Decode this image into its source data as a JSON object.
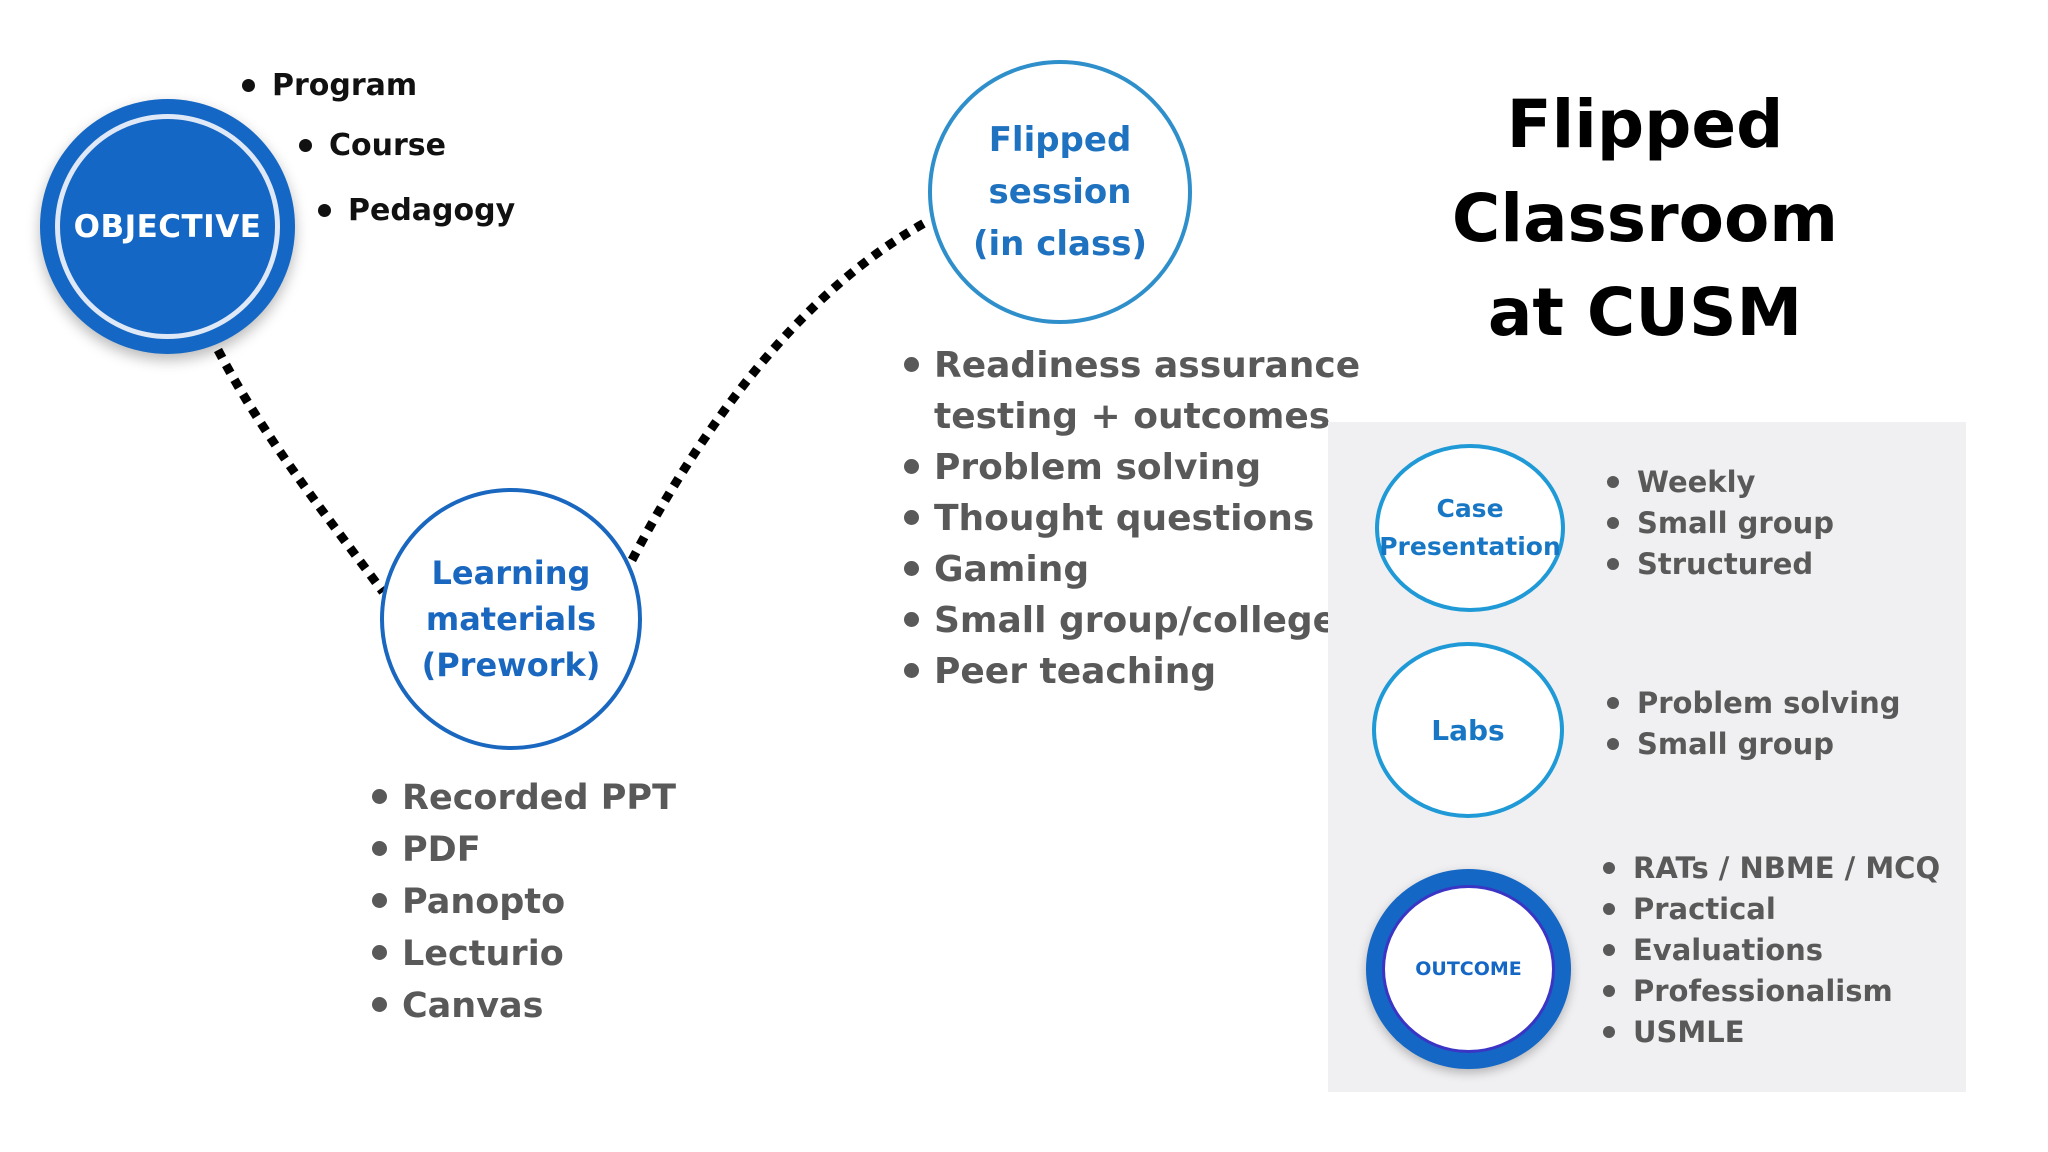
{
  "title": [
    "Flipped",
    "Classroom",
    "at CUSM"
  ],
  "objective": {
    "label": "OBJECTIVE",
    "items": [
      "Program",
      "Course",
      "Pedagogy"
    ]
  },
  "learning": {
    "label": "Learning\nmaterials\n(Prework)",
    "items": [
      "Recorded PPT",
      "PDF",
      "Panopto",
      "Lecturio",
      "Canvas"
    ]
  },
  "flipped": {
    "label": "Flipped\nsession\n(in class)",
    "items": [
      "Readiness assurance",
      "testing + outcomes",
      "Problem solving",
      "Thought questions",
      "Gaming",
      "Small group/college",
      "Peer teaching"
    ]
  },
  "case": {
    "label": "Case\nPresentation",
    "items": [
      "Weekly",
      "Small group",
      "Structured"
    ]
  },
  "labs": {
    "label": "Labs",
    "items": [
      "Problem solving",
      "Small group"
    ]
  },
  "outcome": {
    "label": "OUTCOME",
    "items": [
      "RATs / NBME / MCQ",
      "Practical",
      "Evaluations",
      "Professionalism",
      "USMLE"
    ]
  },
  "colors": {
    "primary_blue": "#1467c4",
    "light_blue": "#1f9ad6",
    "bullet_gray": "#595959",
    "panel_bg": "#f0f0f2"
  }
}
